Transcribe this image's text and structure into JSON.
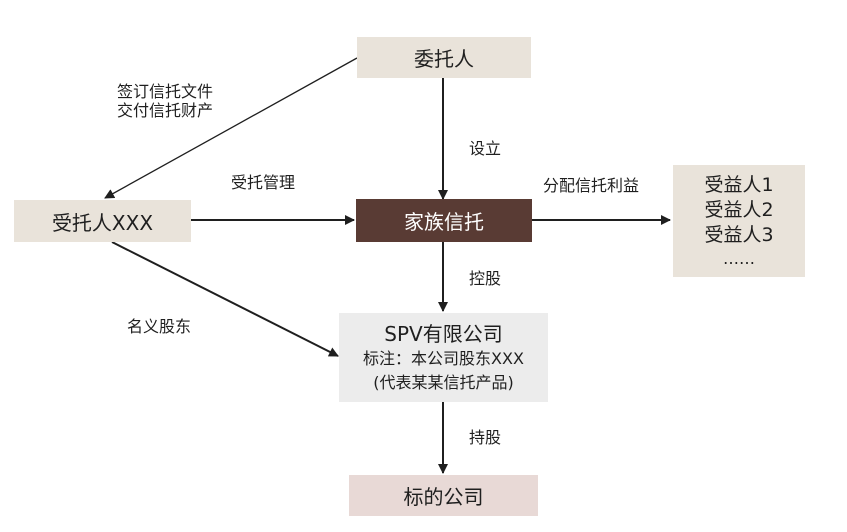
{
  "nodes": {
    "settlor": "委托人",
    "trustee": "受托人XXX",
    "family_trust": "家族信托",
    "beneficiaries": [
      "受益人1",
      "受益人2",
      "受益人3",
      "……"
    ],
    "spv": {
      "title": "SPV有限公司",
      "note": "标注：本公司股东XXX",
      "note2": "(代表某某信托产品)"
    },
    "target": "标的公司"
  },
  "edges": {
    "settlor_trustee": [
      "签订信托文件",
      "交付信托财产"
    ],
    "settlor_trust": "设立",
    "trustee_trust": "受托管理",
    "trust_beneficiaries": "分配信托利益",
    "trust_spv": "控股",
    "trustee_spv": "名义股东",
    "spv_target": "持股"
  },
  "colors": {
    "beige": "#e9e3da",
    "trust": "#593b34",
    "spv": "#ececec",
    "target": "#e8d9d6",
    "line": "#1f1f1f"
  }
}
